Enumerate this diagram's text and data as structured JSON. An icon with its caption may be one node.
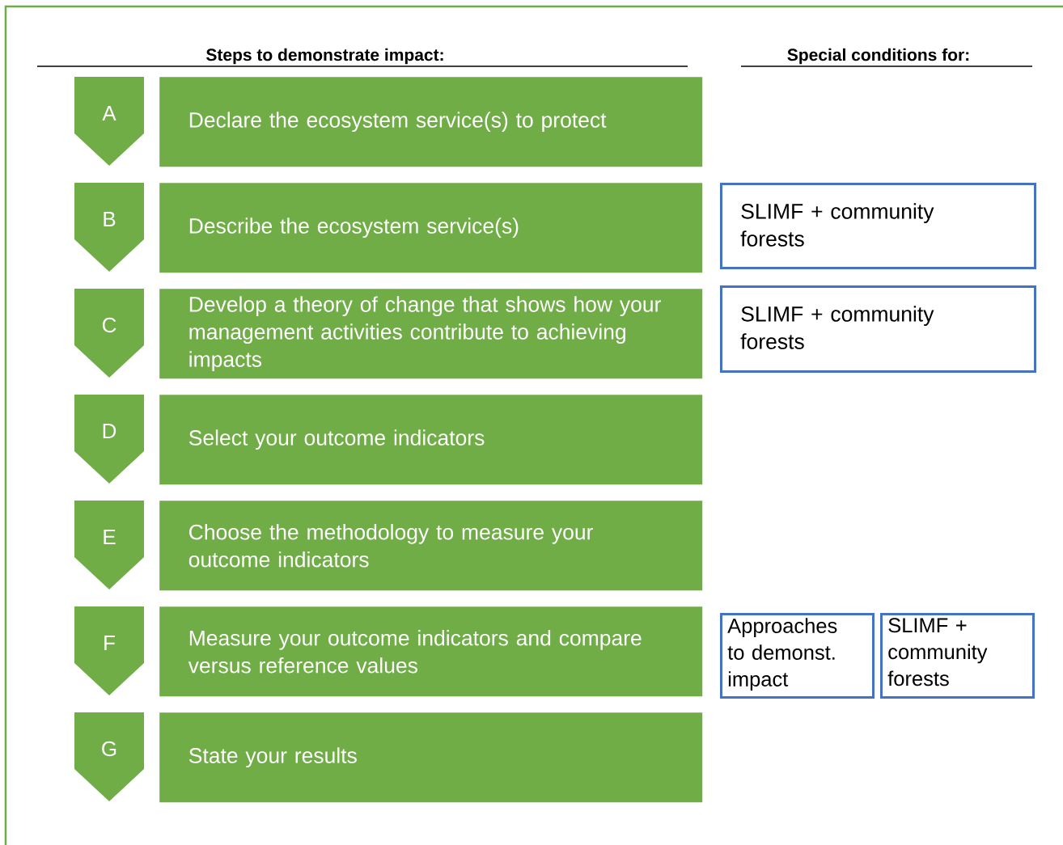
{
  "diagram": {
    "nodes": [
      {
        "text": [
          "A"
        ]
      },
      {
        "text": [
          "Declare the ecosystem service(s) to protect"
        ]
      },
      {
        "text": [
          "B"
        ]
      },
      {
        "text": [
          "Describe the ecosystem service(s)"
        ]
      },
      {
        "text": [
          "SLIMF + community forests"
        ]
      },
      {
        "text": [
          "C"
        ]
      },
      {
        "text": [
          "Develop a theory of change that shows how your management activities contribute to achieving impacts"
        ]
      },
      {
        "text": [
          "SLIMF + community forests"
        ]
      },
      {
        "text": [
          "D"
        ]
      },
      {
        "text": [
          "Select your outcome indicators"
        ]
      },
      {
        "text": [
          "E"
        ]
      },
      {
        "text": [
          "Choose the methodology to measure your outcome indicators"
        ]
      },
      {
        "text": [
          "F"
        ]
      },
      {
        "text": [
          "Measure your outcome indicators and compare versus reference values"
        ]
      },
      {
        "text": [
          "Approaches to demonst. impact"
        ]
      },
      {
        "text": [
          "SLIMF + community forests"
        ]
      },
      {
        "text": [
          "G"
        ]
      },
      {
        "text": [
          "State your results"
        ]
      }
    ],
    "labels": [
      "Steps to demonstrate impact:",
      "Special conditions for:"
    ]
  }
}
